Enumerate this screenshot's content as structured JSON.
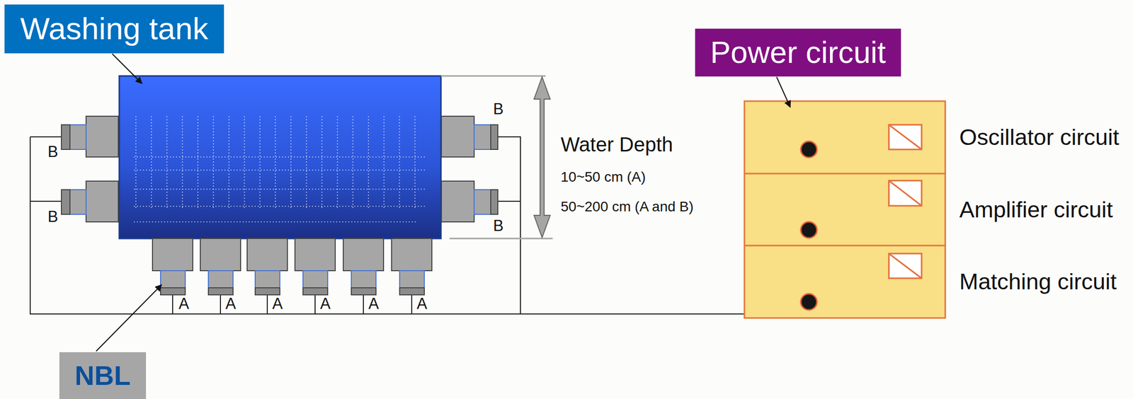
{
  "diagram": {
    "nodes": [
      {
        "text": [
          "Washing tank"
        ]
      },
      {
        "text": [
          "Power circuit"
        ]
      },
      {
        "text": [
          "Oscillator circuit"
        ]
      },
      {
        "text": [
          "Amplifier circuit"
        ]
      },
      {
        "text": [
          "Matching circuit"
        ]
      },
      {
        "text": [
          "NBL"
        ]
      }
    ],
    "labels": [
      "B",
      "B",
      "B",
      "B",
      "Water Depth",
      "10~50 cm (A)",
      "50~200 cm (A and B)",
      "A",
      "A",
      "A",
      "A",
      "A",
      "A"
    ]
  }
}
